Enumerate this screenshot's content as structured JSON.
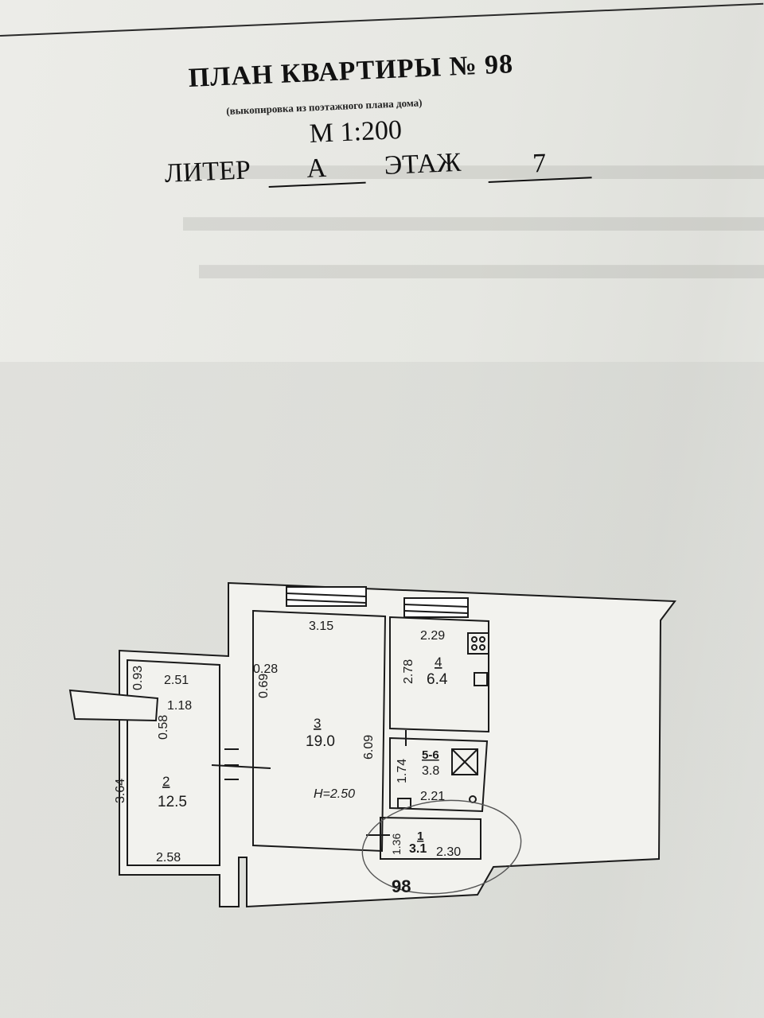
{
  "header": {
    "title": "ПЛАН КВАРТИРЫ № 98",
    "subtitle": "(выкопировка из поэтажного плана дома)",
    "scale": "М 1:200",
    "liter_label": "ЛИТЕР",
    "liter_value": "А",
    "floor_label": "ЭТАЖ",
    "floor_value": "7"
  },
  "plan": {
    "apartment_number": "98",
    "ceiling_height": "H=2.50",
    "rooms": [
      {
        "number": "1",
        "area": "3.1"
      },
      {
        "number": "2",
        "area": "12.5"
      },
      {
        "number": "3",
        "area": "19.0"
      },
      {
        "number": "4",
        "area": "6.4"
      },
      {
        "number": "5-6",
        "area": "3.8"
      }
    ],
    "dimensions": {
      "d_3_15": "3.15",
      "d_2_29": "2.29",
      "d_0_28": "0.28",
      "d_0_69": "0.69",
      "d_0_93": "0.93",
      "d_2_51": "2.51",
      "d_1_18": "1.18",
      "d_0_58": "0.58",
      "d_3_64": "3.64",
      "d_2_58": "2.58",
      "d_2_78": "2.78",
      "d_6_09": "6.09",
      "d_1_74": "1.74",
      "d_2_21": "2.21",
      "d_1_36": "1.36",
      "d_2_30": "2.30"
    }
  }
}
